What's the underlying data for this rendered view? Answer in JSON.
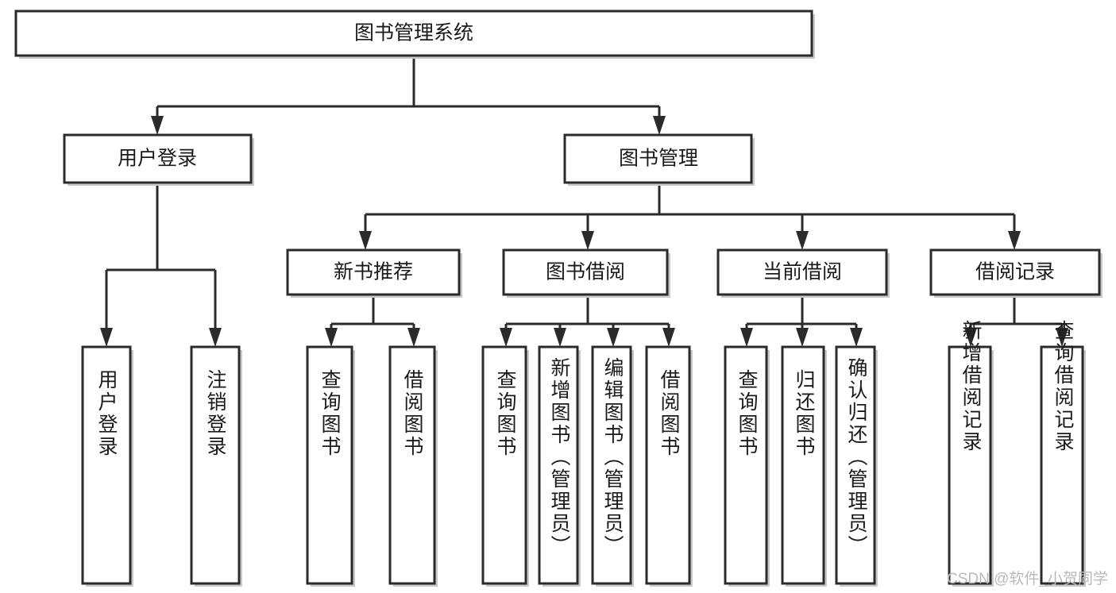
{
  "diagram": {
    "type": "tree-hierarchy-chart",
    "title": "图书管理系统",
    "orientation": "top-down",
    "colors": {
      "stroke": "#2b2b2b",
      "fill": "#ffffff",
      "text": "#1a1a1a",
      "shadow": "#c9c9c9",
      "watermark": "#b9b9b9"
    },
    "root": {
      "label": "图书管理系统"
    },
    "level2": [
      {
        "label": "用户登录"
      },
      {
        "label": "图书管理"
      }
    ],
    "level3": [
      {
        "label": "新书推荐"
      },
      {
        "label": "图书借阅"
      },
      {
        "label": "当前借阅"
      },
      {
        "label": "借阅记录"
      }
    ],
    "leaves": {
      "user_login": [
        {
          "label": "用户登录"
        },
        {
          "label": "注销登录"
        }
      ],
      "new_book_recommend": [
        {
          "label": "查询图书"
        },
        {
          "label": "借阅图书"
        }
      ],
      "book_borrow": [
        {
          "label": "查询图书"
        },
        {
          "label": "新增图书（管理员）"
        },
        {
          "label": "编辑图书（管理员）"
        },
        {
          "label": "借阅图书"
        }
      ],
      "current_borrow": [
        {
          "label": "查询图书"
        },
        {
          "label": "归还图书"
        },
        {
          "label": "确认归还（管理员）"
        }
      ],
      "borrow_record": [
        {
          "label": "新增借阅记录"
        },
        {
          "label": "查询借阅记录"
        }
      ]
    },
    "watermark": "CSDN @软件_小贺同学"
  }
}
